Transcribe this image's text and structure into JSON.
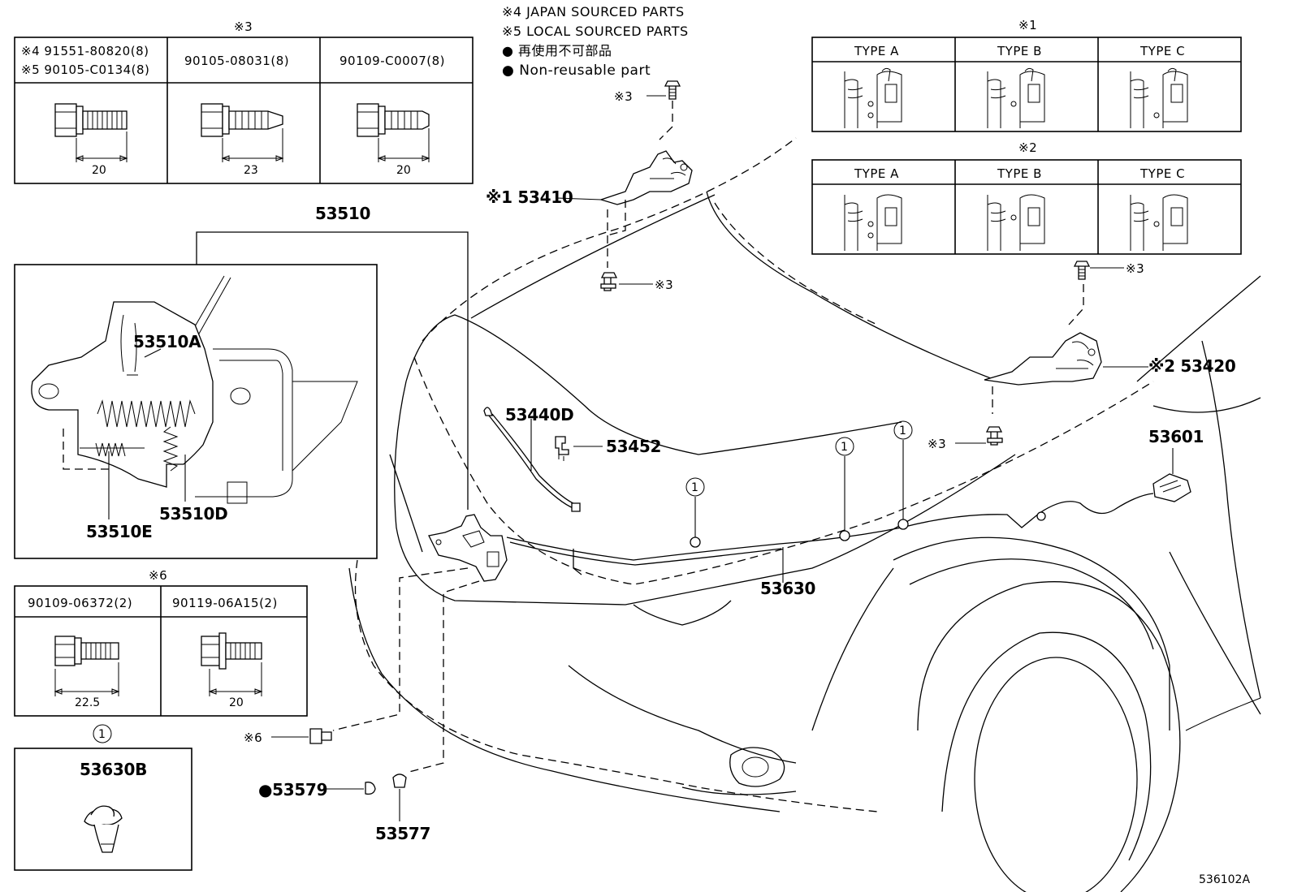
{
  "notes": {
    "japan": "※4 JAPAN SOURCED PARTS",
    "local": "※5 LOCAL SOURCED PARTS",
    "non_reusable_jp": "● 再使用不可部品",
    "non_reusable_en": "● Non-reusable part"
  },
  "table3": {
    "marker": "※3",
    "cols": [
      {
        "line1": "※4 91551-80820(8)",
        "line2": "※5 90105-C0134(8)",
        "dim": "20"
      },
      {
        "line1": "90105-08031(8)",
        "line2": "",
        "dim": "23"
      },
      {
        "line1": "90109-C0007(8)",
        "line2": "",
        "dim": "20"
      }
    ]
  },
  "table1": {
    "marker": "※1",
    "types": [
      "TYPE A",
      "TYPE B",
      "TYPE C"
    ]
  },
  "table2": {
    "marker": "※2",
    "types": [
      "TYPE A",
      "TYPE B",
      "TYPE C"
    ]
  },
  "table6": {
    "marker": "※6",
    "cols": [
      {
        "label": "90109-06372(2)",
        "dim": "22.5"
      },
      {
        "label": "90119-06A15(2)",
        "dim": "20"
      }
    ]
  },
  "clip_box": {
    "marker": "1",
    "label": "53630B"
  },
  "labels": {
    "p53510": "53510",
    "p53510A": "53510A",
    "p53510E": "53510E",
    "p53510D": "53510D",
    "p53410": "※1 53410",
    "p53420": "※2 53420",
    "p53440D": "53440D",
    "p53452": "53452",
    "p53630": "53630",
    "p53601": "53601",
    "p53579": "●53579",
    "p53577": "53577",
    "m3a": "※3",
    "m3b": "※3",
    "m3c": "※3",
    "m3d": "※3",
    "m6": "※6",
    "c1": "1",
    "c2": "1",
    "c3": "1"
  },
  "diagram_id": "536102A"
}
